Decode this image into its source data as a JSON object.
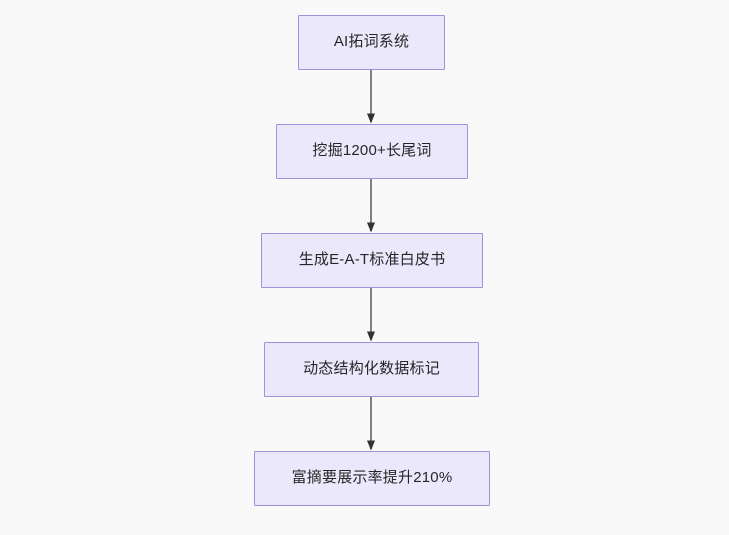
{
  "diagram": {
    "type": "flowchart",
    "direction": "top-to-bottom",
    "background_color": "#f9f9f9",
    "node_fill_color": "#ece8fc",
    "node_border_color": "#a292dd",
    "node_text_color": "#262626",
    "edge_color": "#808080",
    "arrowhead_color": "#333333",
    "nodes": [
      {
        "id": "node-0",
        "label": "AI拓词系统"
      },
      {
        "id": "node-1",
        "label": "挖掘1200+长尾词"
      },
      {
        "id": "node-2",
        "label": "生成E-A-T标准白皮书"
      },
      {
        "id": "node-3",
        "label": "动态结构化数据标记"
      },
      {
        "id": "node-4",
        "label": "富摘要展示率提升210%"
      }
    ],
    "edges": [
      {
        "from": "node-0",
        "to": "node-1",
        "label": ""
      },
      {
        "from": "node-1",
        "to": "node-2",
        "label": ""
      },
      {
        "from": "node-2",
        "to": "node-3",
        "label": ""
      },
      {
        "from": "node-3",
        "to": "node-4",
        "label": ""
      }
    ]
  }
}
